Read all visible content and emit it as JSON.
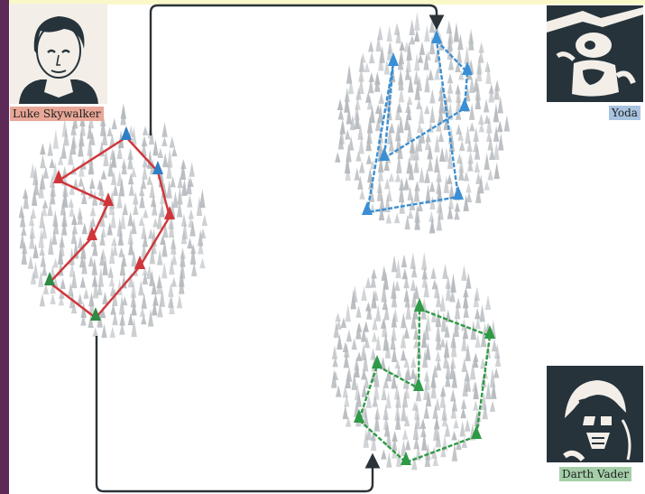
{
  "labels": {
    "luke": "Luke Skywalker",
    "yoda": "Yoda",
    "darth": "Darth Vader"
  },
  "colors": {
    "luke_path": "#d0353a",
    "yoda_path": "#3a8fd4",
    "darth_path": "#2e9a45",
    "luke_label_bg": "#e8a797",
    "yoda_label_bg": "#a8c4e0",
    "darth_label_bg": "#a5cfa9",
    "arrow": "#2b3238",
    "spikes": "#b4b8bc",
    "portrait_ink": "#27333b"
  }
}
